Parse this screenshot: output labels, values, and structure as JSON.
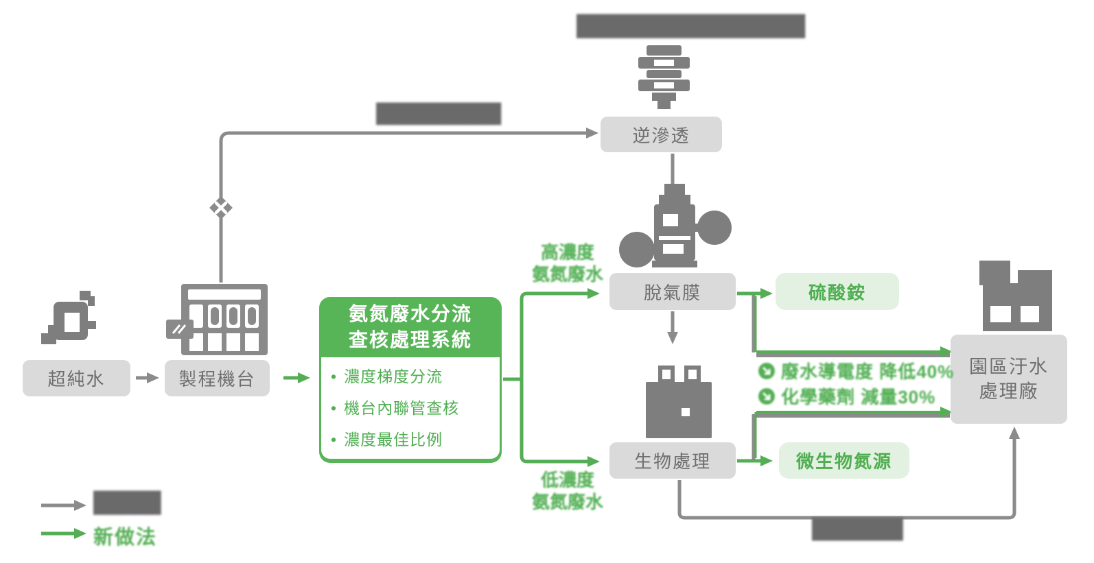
{
  "colors": {
    "box_gray": "#dadada",
    "text_gray": "#6e6e6e",
    "line_gray": "#8b8b8b",
    "icon_gray": "#7e7e7e",
    "green_line": "#55ae55",
    "green_text": "#4fae51",
    "green_header": "#57b457",
    "green_light_bg": "#e2f1e1"
  },
  "title": {
    "redacted_text": "█████████████████"
  },
  "top_route_label": {
    "redacted_text": "██████████"
  },
  "nodes": {
    "ultrapure_water": "超純水",
    "process_tool": "製程機台",
    "reverse_osmosis": "逆滲透",
    "degas_membrane": "脫氣膜",
    "bio_treatment": "生物處理",
    "ammonium_sulfate": "硫酸銨",
    "microbe_nitrogen": "微生物氮源",
    "park_wwtp": "園區汙水\n處理廠"
  },
  "system_box": {
    "title": "氨氮廢水分流\n查核處理系統",
    "bullets": [
      "濃度梯度分流",
      "機台內聯管查核",
      "濃度最佳比例"
    ]
  },
  "stream_labels": {
    "high": "高濃度\n氨氮廢水",
    "low": "低濃度\n氨氮廢水"
  },
  "benefits": {
    "items": [
      {
        "icon": "arrow-down-right-icon",
        "text": "廢水導電度 降低40%"
      },
      {
        "icon": "arrow-down-right-icon",
        "text": "化學藥劑  減量30%"
      }
    ]
  },
  "discharge_label": {
    "redacted_text": "███████"
  },
  "legend": {
    "old_method": {
      "label": "█████",
      "color": "#8b8b8b"
    },
    "new_method": {
      "label": "新做法",
      "color": "#55ae55"
    }
  }
}
